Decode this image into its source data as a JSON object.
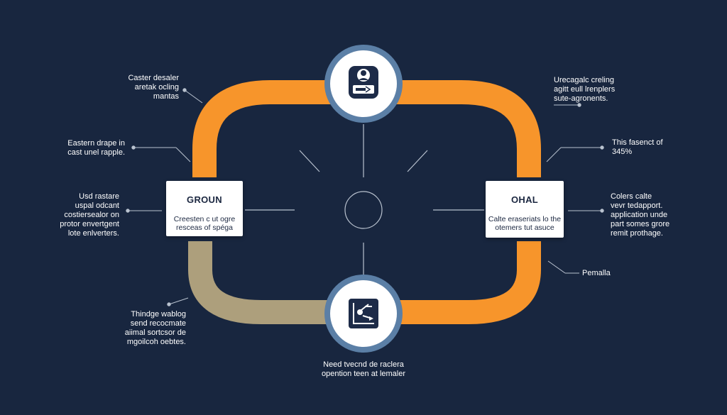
{
  "colors": {
    "background": "#18263f",
    "ring_orange": "#f7952b",
    "ring_tan": "#ad9f7c",
    "node_border": "#5b7fa6",
    "card_text": "#1b2740",
    "thin_lines": "#b9c2cf"
  },
  "icons": {
    "top_node": "user-badge-icon",
    "bottom_node": "chart-arrow-icon",
    "center": "circle-outline"
  },
  "cards": {
    "left": {
      "title": "GROUN",
      "body": [
        "Creesten c ut ogre",
        "resceas of spéga"
      ]
    },
    "right": {
      "title": "OHAL",
      "body": [
        "Calte eraseriats lo the",
        "otemers tut asuce"
      ]
    }
  },
  "notes": {
    "top_left": [
      "Caster desaler",
      "aretak ocling",
      "mantas"
    ],
    "mid_left_1": [
      "Eastern drape in",
      "cast unel rapple."
    ],
    "mid_left_2": [
      "Usd rastare",
      "uspal odcant",
      "costiersealor on",
      "protor envertgent",
      "lote enlverters."
    ],
    "bottom_left": [
      "Thindge wablog",
      "send recocmate",
      "aiimal sortcsor de",
      "mgoilcoh oebtes."
    ],
    "top_right": [
      "Urecagalc creling",
      "agitt eull lrenplers",
      "sute-agronents."
    ],
    "mid_right_1": [
      "This fasenct of",
      "345%"
    ],
    "mid_right_2": [
      "Colers calte",
      "vevr tedapport.",
      "application unde",
      "part somes grore",
      "remit prothage."
    ],
    "bottom_right": [
      "Pemalla"
    ],
    "bottom_center": [
      "Need tvecnd de raclera",
      "opention teen at lemaler"
    ]
  }
}
